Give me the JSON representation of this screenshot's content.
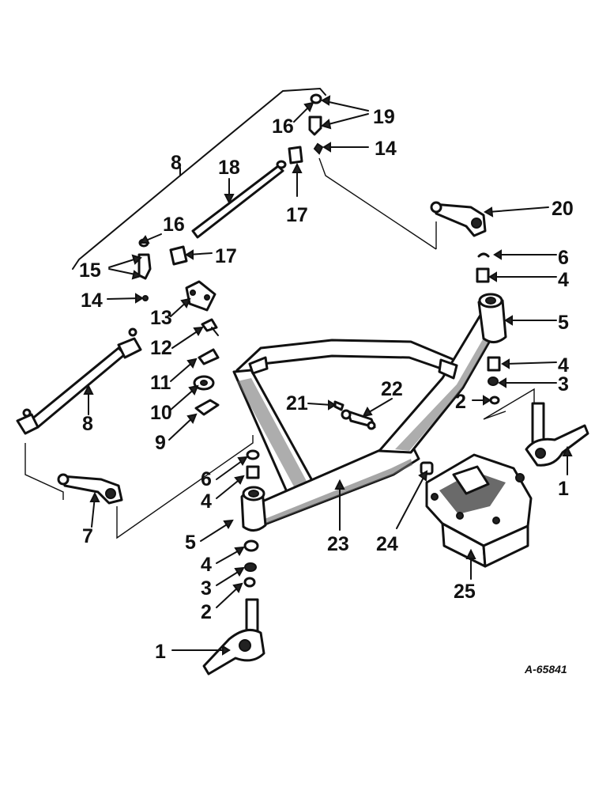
{
  "diagram": {
    "drawing_number": "A-65841",
    "labels": {
      "l1a": "1",
      "l1b": "1",
      "l2a": "2",
      "l2b": "2",
      "l3a": "3",
      "l3b": "3",
      "l4a": "4",
      "l4b": "4",
      "l4c": "4",
      "l4d": "4",
      "l5a": "5",
      "l5b": "5",
      "l6a": "6",
      "l6b": "6",
      "l7": "7",
      "l8a": "8",
      "l8b": "8",
      "l9": "9",
      "l10": "10",
      "l11": "11",
      "l12": "12",
      "l13": "13",
      "l14a": "14",
      "l14b": "14",
      "l15": "15",
      "l16a": "16",
      "l16b": "16",
      "l17a": "17",
      "l17b": "17",
      "l18": "18",
      "l19": "19",
      "l20": "20",
      "l21": "21",
      "l22": "22",
      "l23": "23",
      "l24": "24",
      "l25": "25"
    }
  }
}
